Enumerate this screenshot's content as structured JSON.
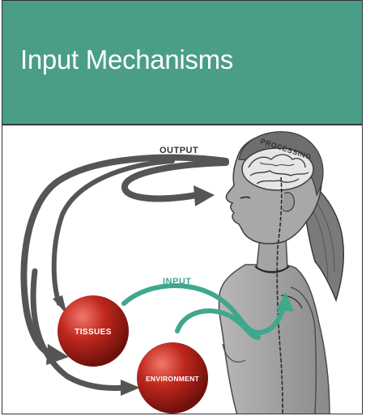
{
  "header": {
    "title": "Input Mechanisms",
    "background_color": "#4a9e87"
  },
  "diagram": {
    "labels": {
      "output": "OUTPUT",
      "processing": "PROCESSING",
      "input": "INPUT",
      "tissues": "TISSUES",
      "environment": "ENVIRONMENT"
    },
    "colors": {
      "output_arrows": "#555555",
      "input_arrows": "#3fa88c",
      "spheres": "#c0281f",
      "figure": "#9a9a9a"
    }
  }
}
